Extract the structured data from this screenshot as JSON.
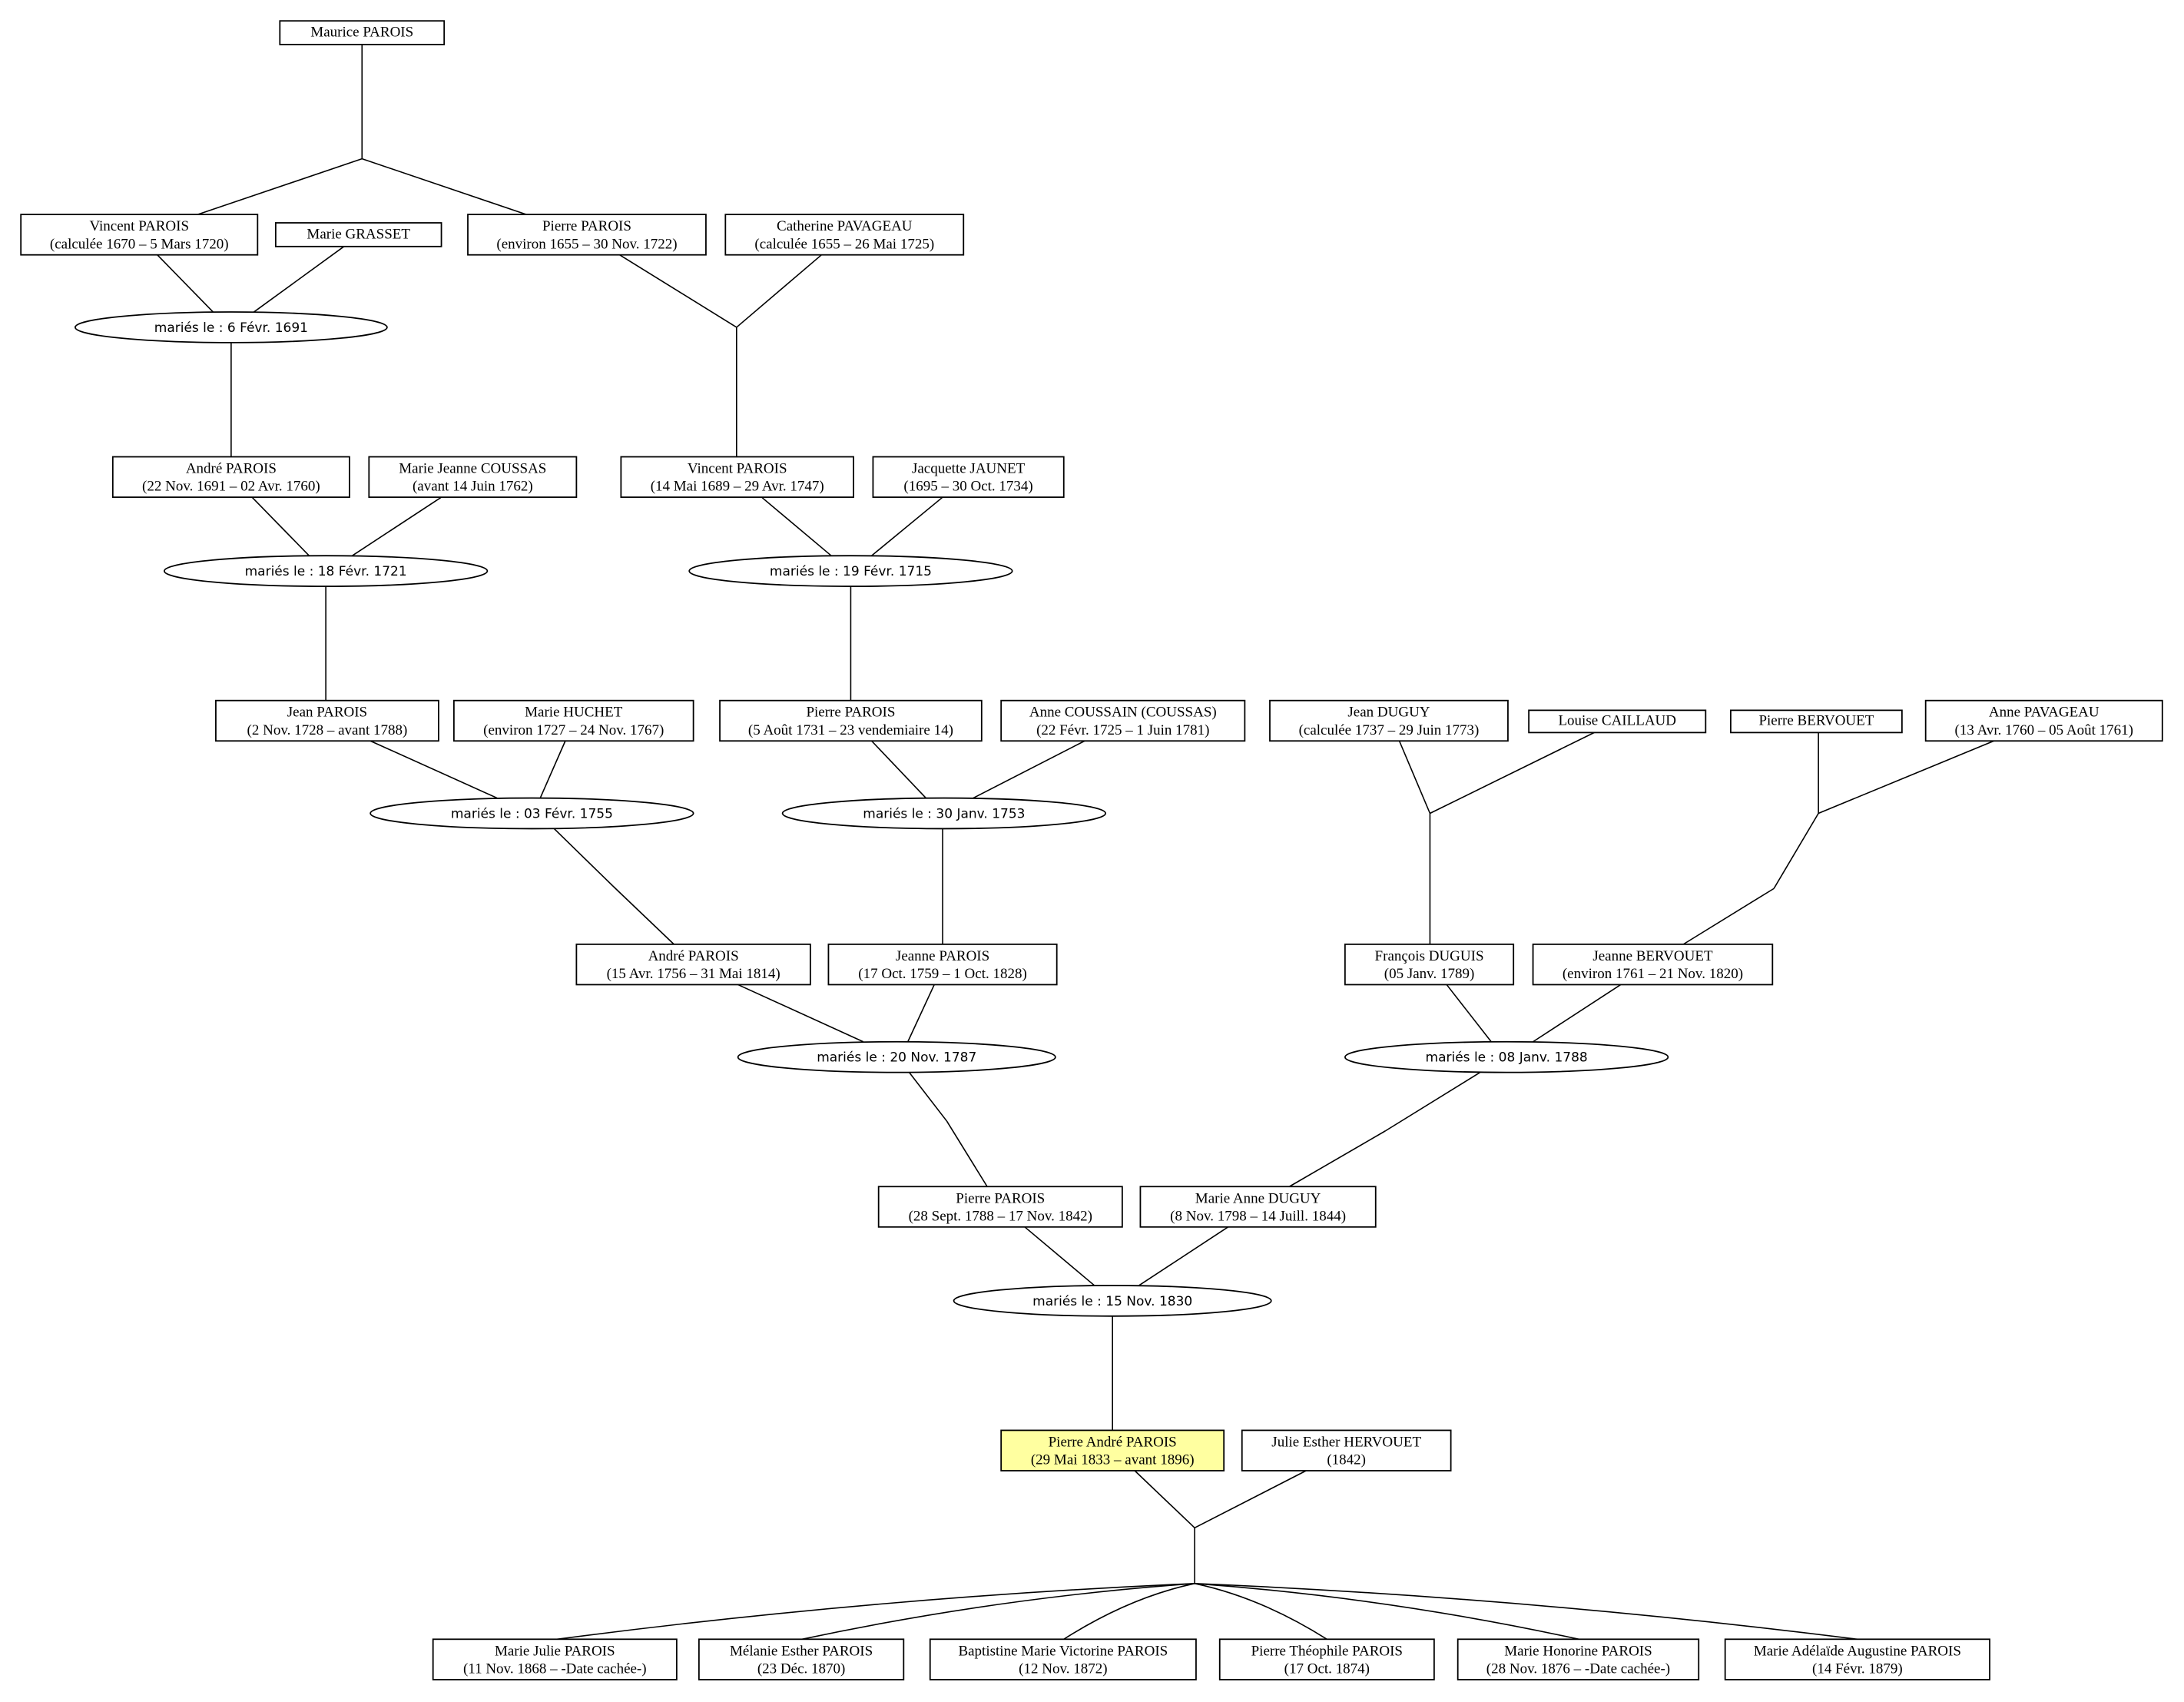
{
  "colors": {
    "line": "#000000",
    "box": "#ffffff",
    "highlight": "#ffffa0"
  },
  "persons": [
    {
      "id": "maurice",
      "name": "Maurice PAROIS",
      "dates": ""
    },
    {
      "id": "vincent1",
      "name": "Vincent PAROIS",
      "dates": "(calculée 1670 – 5 Mars 1720)"
    },
    {
      "id": "grasset",
      "name": "Marie GRASSET",
      "dates": ""
    },
    {
      "id": "pierre1",
      "name": "Pierre PAROIS",
      "dates": "(environ 1655 – 30 Nov. 1722)"
    },
    {
      "id": "pavageau_c",
      "name": "Catherine PAVAGEAU",
      "dates": "(calculée 1655 – 26 Mai 1725)"
    },
    {
      "id": "andre1",
      "name": "André PAROIS",
      "dates": "(22 Nov. 1691 – 02 Avr. 1760)"
    },
    {
      "id": "coussas",
      "name": "Marie Jeanne COUSSAS",
      "dates": "(avant 14 Juin 1762)"
    },
    {
      "id": "vincent2",
      "name": "Vincent PAROIS",
      "dates": "(14 Mai 1689 – 29 Avr. 1747)"
    },
    {
      "id": "jaunet",
      "name": "Jacquette JAUNET",
      "dates": "(1695 – 30 Oct. 1734)"
    },
    {
      "id": "jean1",
      "name": "Jean PAROIS",
      "dates": "(2 Nov. 1728 – avant 1788)"
    },
    {
      "id": "huchet",
      "name": "Marie HUCHET",
      "dates": "(environ 1727 – 24 Nov. 1767)"
    },
    {
      "id": "pierre2",
      "name": "Pierre PAROIS",
      "dates": "(5 Août 1731 – 23 vendemiaire 14)"
    },
    {
      "id": "coussain",
      "name": "Anne COUSSAIN (COUSSAS)",
      "dates": "(22 Févr. 1725 – 1 Juin 1781)"
    },
    {
      "id": "duguy_j",
      "name": "Jean DUGUY",
      "dates": "(calculée 1737 – 29 Juin 1773)"
    },
    {
      "id": "caillaud",
      "name": "Louise CAILLAUD",
      "dates": ""
    },
    {
      "id": "bervouet_p",
      "name": "Pierre BERVOUET",
      "dates": ""
    },
    {
      "id": "pavageau_a",
      "name": "Anne PAVAGEAU",
      "dates": "(13 Avr. 1760 – 05 Août 1761)"
    },
    {
      "id": "andre2",
      "name": "André PAROIS",
      "dates": "(15 Avr. 1756 – 31 Mai 1814)"
    },
    {
      "id": "jeanne_p",
      "name": "Jeanne PAROIS",
      "dates": "(17 Oct. 1759 – 1 Oct. 1828)"
    },
    {
      "id": "duguis_f",
      "name": "François DUGUIS",
      "dates": "(05 Janv. 1789)"
    },
    {
      "id": "bervouet_j",
      "name": "Jeanne BERVOUET",
      "dates": "(environ 1761 – 21 Nov. 1820)"
    },
    {
      "id": "pierre3",
      "name": "Pierre PAROIS",
      "dates": "(28 Sept. 1788 – 17 Nov. 1842)"
    },
    {
      "id": "duguy_ma",
      "name": "Marie Anne DUGUY",
      "dates": "(8 Nov. 1798 – 14 Juill. 1844)"
    },
    {
      "id": "pierre_andre",
      "name": "Pierre André PAROIS",
      "dates": "(29 Mai 1833 – avant 1896)",
      "highlight": true
    },
    {
      "id": "hervouet",
      "name": "Julie Esther HERVOUET",
      "dates": "(1842)"
    },
    {
      "id": "c1",
      "name": "Marie Julie PAROIS",
      "dates": "(11 Nov. 1868 – -Date cachée-)"
    },
    {
      "id": "c2",
      "name": "Mélanie Esther PAROIS",
      "dates": "(23 Déc. 1870)"
    },
    {
      "id": "c3",
      "name": "Baptistine Marie Victorine PAROIS",
      "dates": "(12 Nov. 1872)"
    },
    {
      "id": "c4",
      "name": "Pierre Théophile PAROIS",
      "dates": "(17 Oct. 1874)"
    },
    {
      "id": "c5",
      "name": "Marie Honorine PAROIS",
      "dates": "(28 Nov. 1876 – -Date cachée-)"
    },
    {
      "id": "c6",
      "name": "Marie Adélaïde Augustine PAROIS",
      "dates": "(14 Févr. 1879)"
    }
  ],
  "marriages": [
    {
      "id": "m1691",
      "label": "mariés le : 6 Févr. 1691"
    },
    {
      "id": "m1721",
      "label": "mariés le : 18 Févr. 1721"
    },
    {
      "id": "m1715",
      "label": "mariés le : 19 Févr. 1715"
    },
    {
      "id": "m1755",
      "label": "mariés le : 03 Févr. 1755"
    },
    {
      "id": "m1753",
      "label": "mariés le : 30 Janv. 1753"
    },
    {
      "id": "m1787",
      "label": "mariés le : 20 Nov. 1787"
    },
    {
      "id": "m1788",
      "label": "mariés le : 08 Janv. 1788"
    },
    {
      "id": "m1830",
      "label": "mariés le : 15 Nov. 1830"
    }
  ]
}
